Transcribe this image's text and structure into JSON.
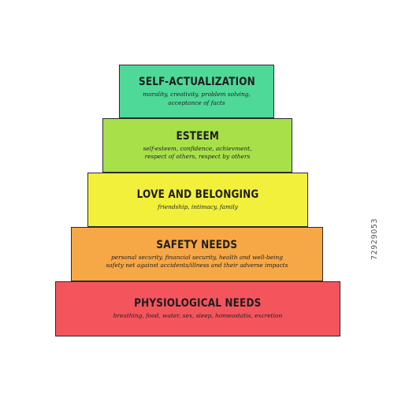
{
  "pyramid": {
    "tiers": [
      {
        "title": "SELF-ACTUALIZATION",
        "lines": [
          "morality, creativity, problem solving,",
          "acceptance of facts"
        ],
        "color": "#4ed998"
      },
      {
        "title": "ESTEEM",
        "lines": [
          "self-esteem, confidence, achievment,",
          "respect of others, respect by others"
        ],
        "color": "#a8e04a"
      },
      {
        "title": "LOVE AND BELONGING",
        "lines": [
          "friendship, intimacy, family"
        ],
        "color": "#f2f03a"
      },
      {
        "title": "SAFETY NEEDS",
        "lines": [
          "personal security, financial security, health and well-being",
          "safety net against accidents/illness and their adverse impacts"
        ],
        "color": "#f7a846"
      },
      {
        "title": "PHYSIOLOGICAL NEEDS",
        "lines": [
          "breathing, food, water, sex, sleep, homeostatis, excretion"
        ],
        "color": "#f4555d"
      }
    ]
  },
  "stock_id": "72929053"
}
